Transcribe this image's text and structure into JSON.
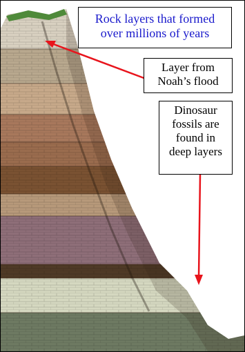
{
  "labels": {
    "title": {
      "lines": [
        "Rock layers that formed",
        "over millions of years"
      ]
    },
    "noah": {
      "lines": [
        "Layer from",
        "Noah’s flood"
      ]
    },
    "dino": {
      "lines": [
        "Dinosaur",
        "fossils are",
        "found in",
        "deep layers"
      ]
    }
  },
  "colors": {
    "title_text": "#1a1acc",
    "label_text": "#000000",
    "arrow": "#e8141c",
    "sky": "#ffffff"
  }
}
